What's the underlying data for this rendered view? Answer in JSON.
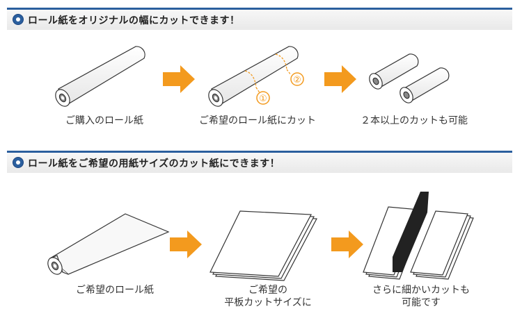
{
  "section1": {
    "title": "ロール紙をオリジナルの幅にカットできます！",
    "steps": [
      {
        "caption": "ご購入のロール紙"
      },
      {
        "caption": "ご希望のロール紙にカット"
      },
      {
        "caption": "２本以上のカットも可能"
      }
    ],
    "cut_markers": [
      "①",
      "②"
    ]
  },
  "section2": {
    "title": "ロール紙をご希望の用紙サイズのカット紙にできます！",
    "steps": [
      {
        "caption": "ご希望のロール紙"
      },
      {
        "caption_line1": "ご希望の",
        "caption_line2": "平板カットサイズに"
      },
      {
        "caption_line1": "さらに細かいカットも",
        "caption_line2": "可能です"
      }
    ]
  },
  "colors": {
    "header_accent": "#2b5f9e",
    "arrow": "#f39a1e",
    "cut_line": "#f39a1e"
  }
}
